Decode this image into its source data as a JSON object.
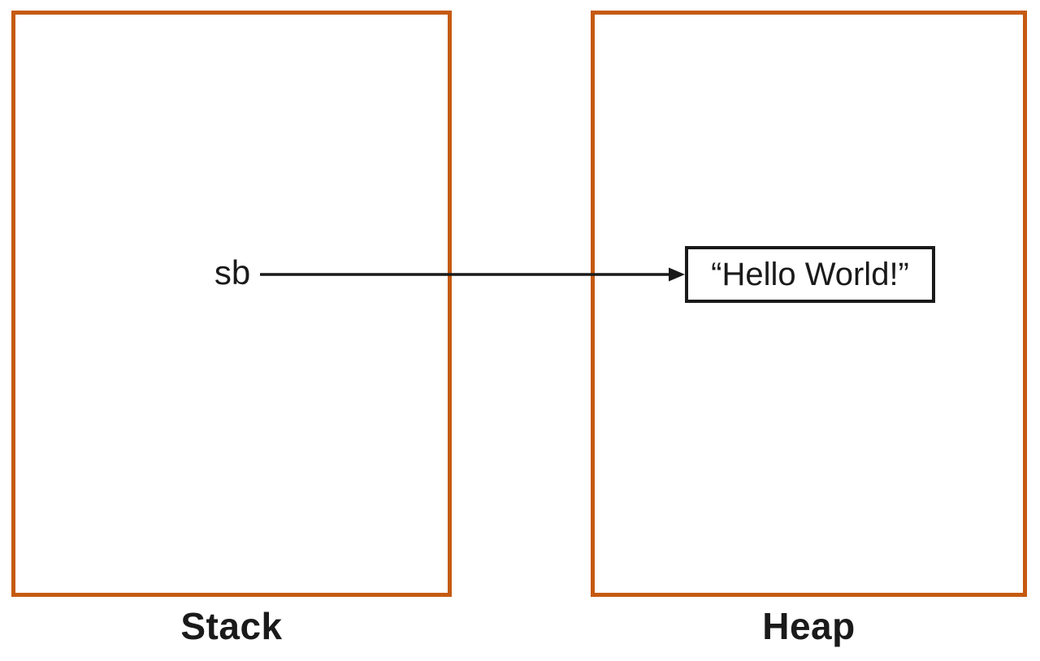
{
  "diagram": {
    "title_hint": "stack-heap reference diagram",
    "stack_region": {
      "caption": "Stack"
    },
    "heap_region": {
      "caption": "Heap"
    },
    "variable": {
      "label": "sb"
    },
    "heap_object": {
      "label": "“Hello World!”"
    },
    "relation": {
      "type": "pointer-arrow",
      "from": "sb",
      "to": "“Hello World!”"
    },
    "colors": {
      "region_border": "#C55A11",
      "arrow": "#1a1a1a",
      "object_border": "#1a1a1a",
      "text": "#1a1a1a",
      "background": "#ffffff"
    }
  }
}
